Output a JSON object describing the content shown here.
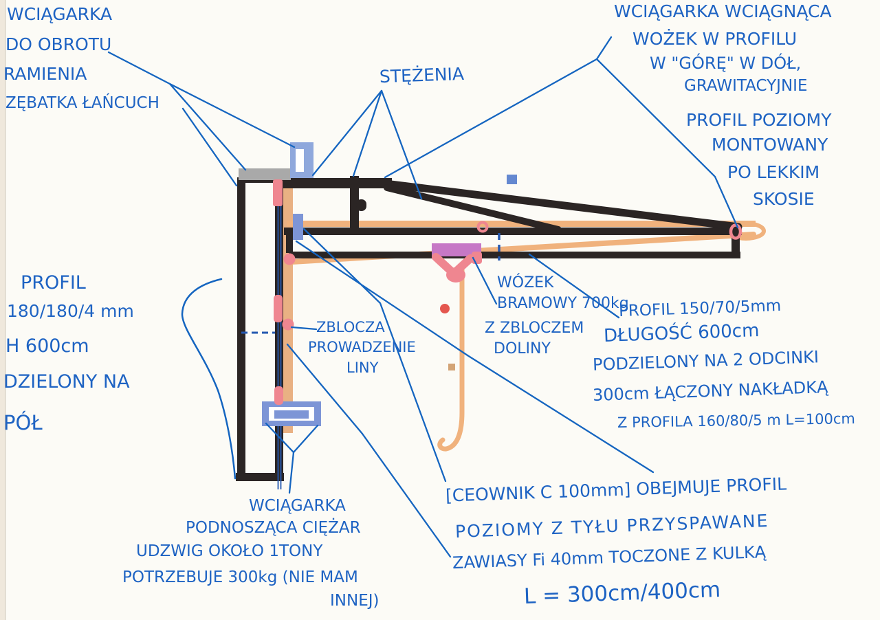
{
  "document_type": "hand-drawn jib crane / winch sketch (scanned, Polish annotations)",
  "annotations": {
    "top_left": [
      "WCIĄGARKA",
      "DO OBROTU",
      "RAMIENIA",
      "ZĘBATKA ŁAŃCUCH"
    ],
    "stezenia": "STĘŻENIA",
    "top_right": [
      "WCIĄGARKA WCIĄGNĄCA",
      "WOŻEK W PROFILU",
      "W \"GÓRĘ\" W DÓŁ,",
      "GRAWITACYJNIE",
      "PROFIL POZIOMY",
      "MONTOWANY",
      "PO LEKKIM",
      "SKOSIE"
    ],
    "left_column": [
      "PROFIL",
      "180/180/4 mm",
      "H 600cm",
      "DZIELONY NA",
      "PÓŁ"
    ],
    "zblocza": [
      "ZBLOCZA",
      "PROWADZENIE",
      "LINY"
    ],
    "wozek": [
      "WÓZEK",
      "BRAMOWY 700kg",
      "Z ZBLOCZEM",
      "DOLINY"
    ],
    "right_profile": [
      "PROFIL 150/70/5mm",
      "DŁUGOŚĆ 600cm",
      "PODZIELONY NA 2 ODCINKI",
      "300cm ŁĄCZONY NAKŁADKĄ",
      "Z PROFILA 160/80/5 m L=100cm"
    ],
    "bottom_left": [
      "WCIĄGARKA",
      "PODNOSZĄCA CIĘŻAR",
      "UDZWIG OKOŁO 1TONY",
      "POTRZEBUJE 300kg (NIE MAM",
      "INNEJ)"
    ],
    "bottom_right": [
      "[CEOWNIK C 100mm] OBEJMUJE PROFIL",
      "POZIOMY Z TYŁU PRZYSPAWANE",
      "ZAWIASY Fi 40mm TOCZONE Z KULKĄ",
      "L = 300cm/400cm"
    ]
  },
  "colors": {
    "ink_blue": "#1e63c3",
    "leader_blue": "#1565c0",
    "structure_black": "#2b2524",
    "profile_orange": "#f0b27d",
    "steel_gray": "#a9a9a9",
    "bracket_blue": "#8fa8dc",
    "winch_blue": "#7d95d6",
    "square_blue": "#6488d0",
    "trolley_purple": "#c678c6",
    "hook_pink": "#ef8690",
    "dot_red": "#e4574f",
    "square_tan": "#d3a476",
    "cable_blue": "#2458b0",
    "paper": "#fcfbf6"
  }
}
